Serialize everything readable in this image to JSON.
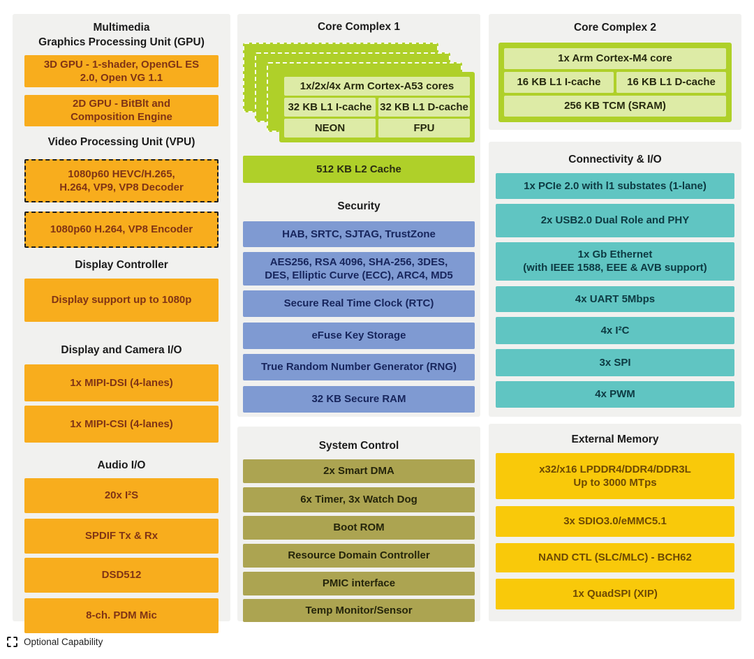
{
  "left": {
    "gpu_title": "Multimedia\nGraphics Processing Unit (GPU)",
    "gpu_blocks": [
      "3D GPU - 1-shader, OpenGL ES\n2.0, Open VG 1.1",
      "2D GPU - BitBlt and\nComposition Engine"
    ],
    "vpu_title": "Video Processing Unit (VPU)",
    "vpu_blocks": [
      "1080p60 HEVC/H.265,\nH.264, VP9, VP8 Decoder",
      "1080p60 H.264, VP8 Encoder"
    ],
    "display_title": "Display Controller",
    "display_block": "Display support up to 1080p",
    "display_camera_title": "Display and Camera I/O",
    "display_camera_blocks": [
      "1x MIPI-DSI (4-lanes)",
      "1x MIPI-CSI (4-lanes)"
    ],
    "audio_title": "Audio I/O",
    "audio_blocks": [
      "20x I²S",
      "SPDIF Tx & Rx",
      "DSD512",
      "8-ch. PDM Mic"
    ]
  },
  "core1": {
    "title": "Core Complex 1",
    "cores": "1x/2x/4x Arm Cortex-A53 cores",
    "icache": "32 KB L1 I-cache",
    "dcache": "32 KB L1 D-cache",
    "neon": "NEON",
    "fpu": "FPU",
    "l2": "512 KB L2 Cache"
  },
  "security": {
    "title": "Security",
    "blocks": [
      "HAB, SRTC, SJTAG, TrustZone",
      "AES256, RSA 4096, SHA-256, 3DES,\nDES, Elliptic Curve (ECC), ARC4, MD5",
      "Secure Real Time Clock (RTC)",
      "eFuse Key Storage",
      "True Random Number Generator (RNG)",
      "32 KB Secure RAM"
    ]
  },
  "system_control": {
    "title": "System Control",
    "blocks": [
      "2x Smart DMA",
      "6x Timer, 3x Watch Dog",
      "Boot ROM",
      "Resource Domain Controller",
      "PMIC interface",
      "Temp Monitor/Sensor"
    ]
  },
  "core2": {
    "title": "Core Complex 2",
    "core": "1x Arm Cortex-M4 core",
    "icache": "16 KB L1 I-cache",
    "dcache": "16 KB L1 D-cache",
    "tcm": "256 KB TCM (SRAM)"
  },
  "connectivity": {
    "title": "Connectivity & I/O",
    "blocks": [
      "1x PCIe 2.0 with l1 substates (1-lane)",
      "2x USB2.0 Dual Role and PHY",
      "1x Gb Ethernet\n(with IEEE 1588, EEE & AVB support)",
      "4x UART 5Mbps",
      "4x I²C",
      "3x SPI",
      "4x PWM"
    ]
  },
  "external_memory": {
    "title": "External Memory",
    "blocks": [
      "x32/x16 LPDDR4/DDR4/DDR3L\nUp to 3000 MTps",
      "3x SDIO3.0/eMMC5.1",
      "NAND CTL (SLC/MLC) - BCH62",
      "1x QuadSPI (XIP)"
    ]
  },
  "legend": {
    "label": "Optional Capability"
  },
  "colors": {
    "orange": "#F8AD1D",
    "green": "#AFD029",
    "green_light": "#DDEBA6",
    "blue": "#7F9AD2",
    "olive": "#ACA451",
    "teal": "#60C5C2",
    "gold": "#F9C90A",
    "panel_background": "#F1F1EF"
  }
}
